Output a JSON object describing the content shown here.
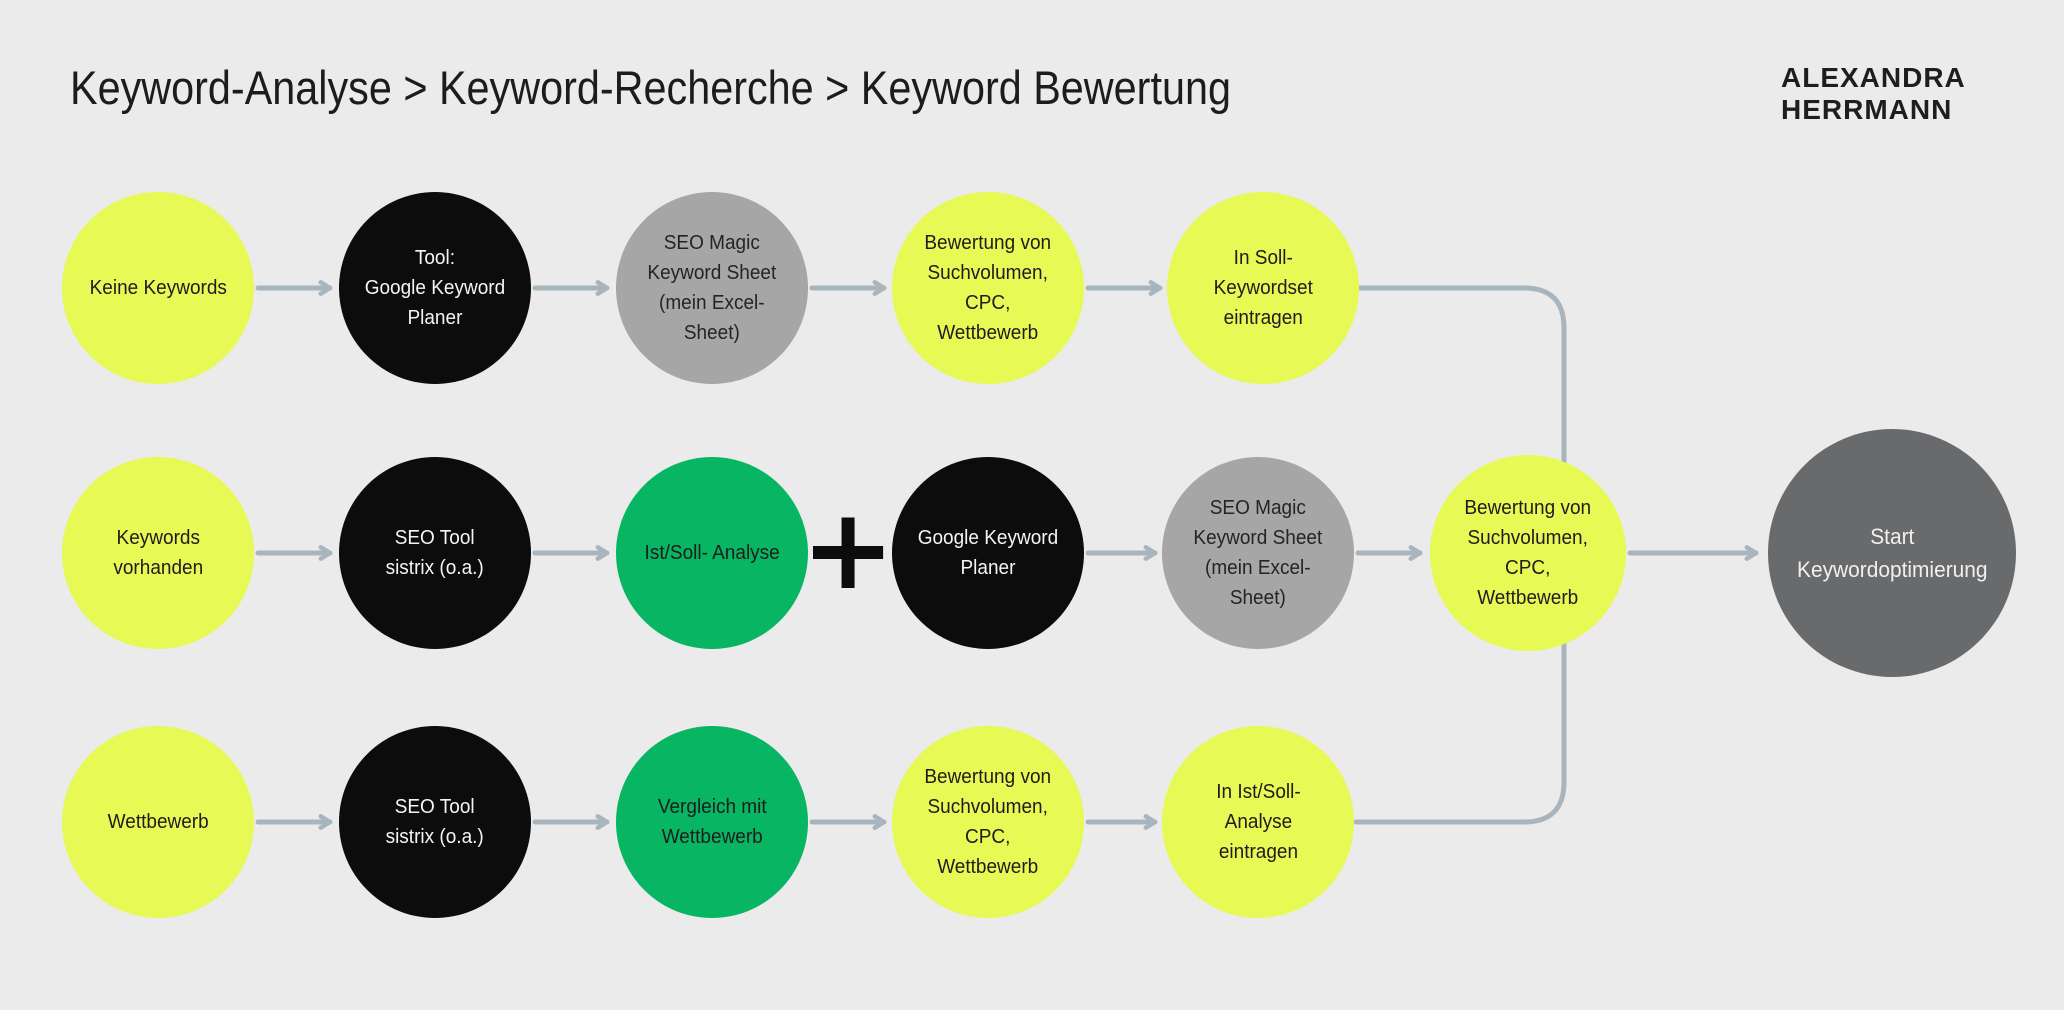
{
  "header": {
    "title": "Keyword-Analyse > Keyword-Recherche > Keyword Bewertung",
    "brand": {
      "line1": "ALEXANDRA",
      "line2": "HERRMANN"
    }
  },
  "colors": {
    "background": "#ebebeb",
    "node_yellow": "#e6f954",
    "node_green": "#07b563",
    "node_black": "#0c0c0c",
    "node_gray": "#a6a6a6",
    "node_dark_gray": "#696a6c",
    "connector": "#a9b5bc",
    "text_dark": "#1d1d1d",
    "text_light": "#f4f4f4"
  },
  "flow": {
    "operator": "+",
    "rows": [
      {
        "name": "no-keywords-path",
        "nodes": [
          {
            "label": "Keine Keywords",
            "color": "yellow"
          },
          {
            "label": "Tool:\nGoogle Keyword\nPlaner",
            "color": "black"
          },
          {
            "label": "SEO Magic\nKeyword Sheet\n(mein Excel-\nSheet)",
            "color": "gray"
          },
          {
            "label": "Bewertung von\nSuchvolumen,\nCPC,\nWettbewerb",
            "color": "yellow"
          },
          {
            "label": "In Soll-\nKeywordset\neintragen",
            "color": "yellow"
          }
        ]
      },
      {
        "name": "keywords-available-path",
        "nodes": [
          {
            "label": "Keywords\nvorhanden",
            "color": "yellow"
          },
          {
            "label": "SEO Tool\nsistrix (o.a.)",
            "color": "black"
          },
          {
            "label": "Ist/Soll- Analyse",
            "color": "green"
          },
          {
            "label": "Google Keyword\nPlaner",
            "color": "black"
          },
          {
            "label": "SEO Magic\nKeyword Sheet\n(mein Excel-\nSheet)",
            "color": "gray"
          },
          {
            "label": "Bewertung von\nSuchvolumen,\nCPC,\nWettbewerb",
            "color": "yellow"
          },
          {
            "label": "Start\nKeywordoptimierung",
            "color": "dark-gray"
          }
        ]
      },
      {
        "name": "competition-path",
        "nodes": [
          {
            "label": "Wettbewerb",
            "color": "yellow"
          },
          {
            "label": "SEO Tool\nsistrix (o.a.)",
            "color": "black"
          },
          {
            "label": "Vergleich mit\nWettbewerb",
            "color": "green"
          },
          {
            "label": "Bewertung von\nSuchvolumen,\nCPC,\nWettbewerb",
            "color": "yellow"
          },
          {
            "label": "In Ist/Soll-\nAnalyse\neintragen",
            "color": "yellow"
          }
        ]
      }
    ]
  }
}
